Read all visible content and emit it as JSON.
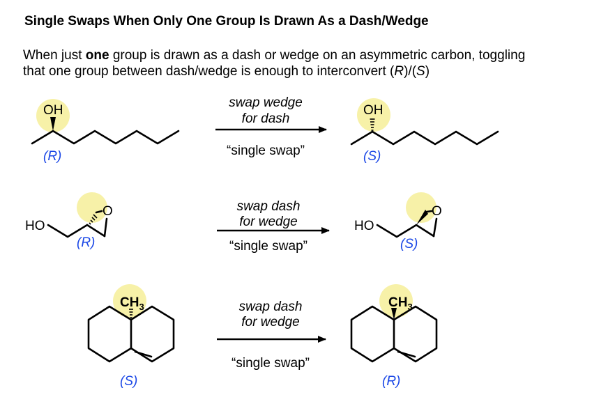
{
  "title": "Single Swaps When Only One Group Is Drawn As a Dash/Wedge",
  "intro": {
    "line1_pre": "When just ",
    "line1_bold": "one",
    "line1_post": " group is drawn as a dash or wedge on an asymmetric carbon, toggling",
    "line2_pre": "that one group between dash/wedge is enough to interconvert (",
    "line2_r": "R",
    "line2_mid": ")/(",
    "line2_s": "S",
    "line2_end": ")"
  },
  "colors": {
    "config_label": "#1a47e6",
    "highlight": "#f6ef9e"
  },
  "rows": [
    {
      "left": {
        "group": "OH",
        "config": "(R)"
      },
      "arrow": {
        "line1": "swap wedge",
        "line2": "for dash",
        "below": "“single swap”"
      },
      "right": {
        "group": "OH",
        "config": "(S)"
      }
    },
    {
      "left": {
        "prefix": "HO",
        "ring_atom": "O",
        "config": "(R)"
      },
      "arrow": {
        "line1": "swap dash",
        "line2": "for wedge",
        "below": "“single swap”"
      },
      "right": {
        "prefix": "HO",
        "ring_atom": "O",
        "config": "(S)"
      }
    },
    {
      "left": {
        "group": "CH",
        "group_sub": "3",
        "config": "(S)"
      },
      "arrow": {
        "line1": "swap dash",
        "line2": "for wedge",
        "below": "“single swap”"
      },
      "right": {
        "group": "CH",
        "group_sub": "3",
        "config": "(R)"
      }
    }
  ]
}
